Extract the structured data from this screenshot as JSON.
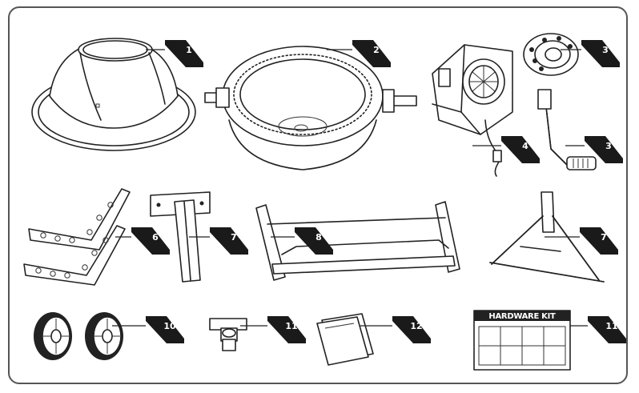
{
  "diagram": {
    "callouts": [
      {
        "id": "drum-top",
        "label": "1"
      },
      {
        "id": "drum-ring",
        "label": "2"
      },
      {
        "id": "disc-part",
        "label": "3"
      },
      {
        "id": "motor",
        "label": "4"
      },
      {
        "id": "crank-handle",
        "label": "3"
      },
      {
        "id": "bracket-pair",
        "label": "6"
      },
      {
        "id": "t-stand",
        "label": "7"
      },
      {
        "id": "base-frame",
        "label": "8"
      },
      {
        "id": "a-stand",
        "label": "7"
      },
      {
        "id": "wheels",
        "label": "10"
      },
      {
        "id": "axle-clamp",
        "label": "11"
      },
      {
        "id": "manual",
        "label": "12"
      },
      {
        "id": "hardware-kit",
        "label": "11"
      }
    ],
    "hardware_kit_title": "HARDWARE KIT"
  }
}
